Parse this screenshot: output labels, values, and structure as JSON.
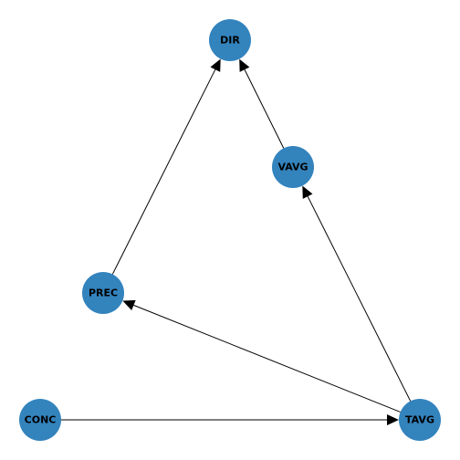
{
  "graph": {
    "type": "directed-graph",
    "node_color": "#3383bd",
    "edge_color": "#000000",
    "label_color": "#000000",
    "nodes": [
      {
        "id": "DIR",
        "label": "DIR"
      },
      {
        "id": "VAVG",
        "label": "VAVG"
      },
      {
        "id": "PREC",
        "label": "PREC"
      },
      {
        "id": "CONC",
        "label": "CONC"
      },
      {
        "id": "TAVG",
        "label": "TAVG"
      }
    ],
    "edges": [
      {
        "from": "PREC",
        "to": "DIR"
      },
      {
        "from": "VAVG",
        "to": "DIR"
      },
      {
        "from": "TAVG",
        "to": "VAVG"
      },
      {
        "from": "TAVG",
        "to": "PREC"
      },
      {
        "from": "CONC",
        "to": "TAVG"
      }
    ]
  }
}
